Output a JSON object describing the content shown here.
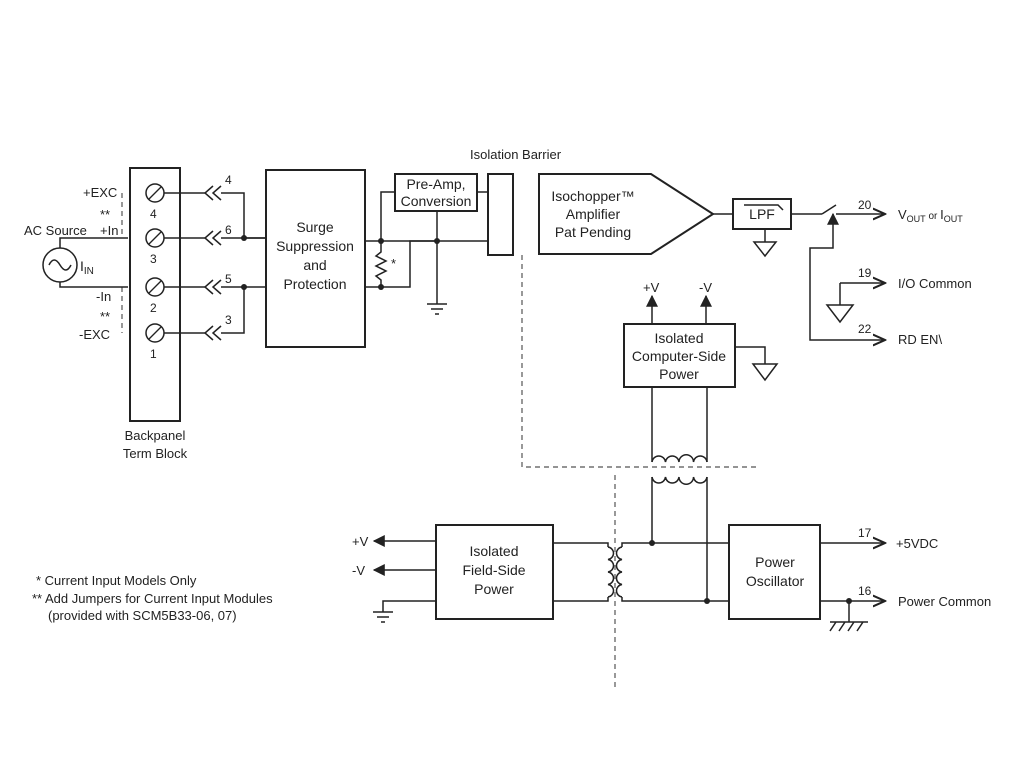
{
  "labels": {
    "isolation_barrier": "Isolation Barrier",
    "backpanel_line1": "Backpanel",
    "backpanel_line2": "Term Block",
    "ac_source": "AC Source",
    "iin_main": "I",
    "iin_sub": "IN",
    "plus_exc": "+EXC",
    "plus_in": "+In",
    "minus_in": "-In",
    "minus_exc": "-EXC",
    "star2": "**",
    "star1": "*"
  },
  "terminals": [
    "4",
    "3",
    "2",
    "1"
  ],
  "connector_pins": [
    "4",
    "6",
    "5",
    "3"
  ],
  "blocks": {
    "surge": [
      "Surge",
      "Suppression",
      "and",
      "Protection"
    ],
    "preamp": [
      "Pre-Amp,",
      "Conversion"
    ],
    "isochopper": [
      "Isochopper™",
      "Amplifier",
      "Pat Pending"
    ],
    "lpf": "LPF",
    "computer_power": [
      "Isolated",
      "Computer-Side",
      "Power"
    ],
    "field_power": [
      "Isolated",
      "Field-Side",
      "Power"
    ],
    "oscillator": [
      "Power",
      "Oscillator"
    ]
  },
  "rails": {
    "plus_v": "+V",
    "minus_v": "-V"
  },
  "outputs": [
    {
      "pin": "20",
      "label_v": "V",
      "label_v_sub": "OUT",
      "label_or": " or ",
      "label_i": "I",
      "label_i_sub": "OUT"
    },
    {
      "pin": "19",
      "label": "I/O Common"
    },
    {
      "pin": "22",
      "label": "RD EN\\"
    },
    {
      "pin": "17",
      "label": "+5VDC"
    },
    {
      "pin": "16",
      "label": "Power Common"
    }
  ],
  "notes": [
    "* Current Input Models Only",
    "** Add Jumpers for Current Input Modules",
    "(provided with SCM5B33-06, 07)"
  ]
}
